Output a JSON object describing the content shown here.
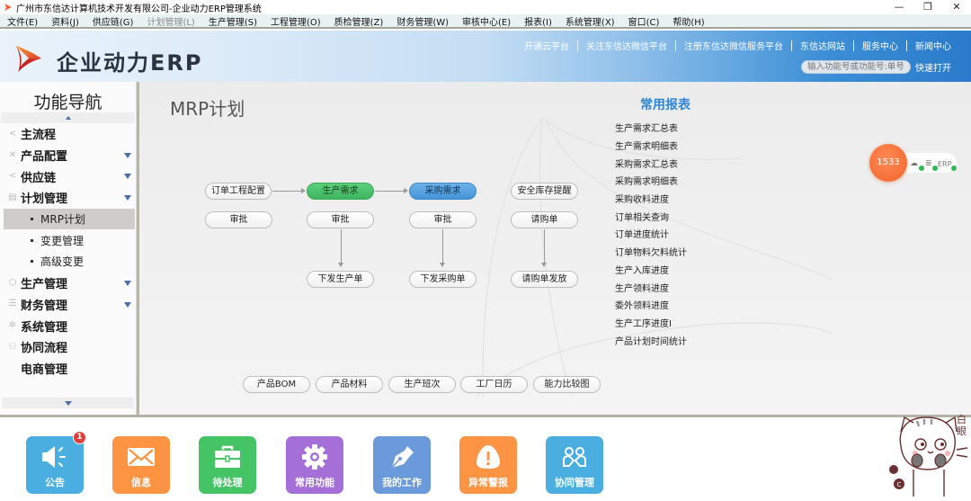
{
  "window": {
    "title": "广州市东信达计算机技术开发有限公司-企业动力ERP管理系统",
    "controls": {
      "minimize": "—",
      "restore": "❐",
      "close": "✕"
    }
  },
  "menubar": {
    "items": [
      {
        "label": "文件(E)",
        "enabled": true
      },
      {
        "label": "资料(J)",
        "enabled": true
      },
      {
        "label": "供应链(G)",
        "enabled": true
      },
      {
        "label": "计划管理(L)",
        "enabled": false
      },
      {
        "label": "生产管理(S)",
        "enabled": true
      },
      {
        "label": "工程管理(O)",
        "enabled": true
      },
      {
        "label": "质检管理(Z)",
        "enabled": true
      },
      {
        "label": "财务管理(W)",
        "enabled": true
      },
      {
        "label": "审核中心(E)",
        "enabled": true
      },
      {
        "label": "报表(I)",
        "enabled": true
      },
      {
        "label": "系统管理(X)",
        "enabled": true
      },
      {
        "label": "窗口(C)",
        "enabled": true
      },
      {
        "label": "帮助(H)",
        "enabled": true
      }
    ]
  },
  "banner": {
    "brand": "企业动力ERP",
    "links": [
      "开通云平台",
      "关注东信达微信平台",
      "注册东信达微信服务平台",
      "东信达网站",
      "服务中心",
      "新闻中心"
    ],
    "quick_open": {
      "placeholder": "输入功能号或功能号:单号",
      "button": "快速打开"
    }
  },
  "sidebar": {
    "title": "功能导航",
    "items": [
      {
        "label": "主流程",
        "icon": "share-icon",
        "expandable": false
      },
      {
        "label": "产品配置",
        "icon": "tools-icon",
        "expandable": true
      },
      {
        "label": "供应链",
        "icon": "share-icon",
        "expandable": true
      },
      {
        "label": "计划管理",
        "icon": "list-icon",
        "expandable": true
      },
      {
        "label": "生产管理",
        "icon": "cube-icon",
        "expandable": true
      },
      {
        "label": "财务管理",
        "icon": "database-icon",
        "expandable": true
      },
      {
        "label": "系统管理",
        "icon": "gear-icon",
        "expandable": false
      },
      {
        "label": "协同流程",
        "icon": "collab-icon",
        "expandable": false
      },
      {
        "label": "电商管理",
        "icon": "",
        "expandable": false
      }
    ],
    "sub_items": [
      {
        "label": "MRP计划",
        "active": true
      },
      {
        "label": "变更管理",
        "active": false
      },
      {
        "label": "高级变更",
        "active": false
      }
    ]
  },
  "main": {
    "title": "MRP计划",
    "flow": {
      "order_config": "订单工程配置",
      "prod_demand": "生产需求",
      "purchase_demand": "采购需求",
      "safety_stock": "安全库存提醒",
      "approve1": "审批",
      "approve2": "审批",
      "approve3": "审批",
      "purchase_request": "请购单",
      "issue_prod_order": "下发生产单",
      "issue_purchase_order": "下发采购单",
      "release_purchase_request": "请购单发放"
    },
    "bottom_buttons": [
      "产品BOM",
      "产品材料",
      "生产班次",
      "工厂日历",
      "能力比较图"
    ],
    "reports": {
      "title": "常用报表",
      "items": [
        "生产需求汇总表",
        "生产需求明细表",
        "采购需求汇总表",
        "采购需求明细表",
        "采购收料进度",
        "订单相关查询",
        "订单进度统计",
        "订单物料欠料统计",
        "生产入库进度",
        "生产领料进度",
        "委外领料进度",
        "生产工序进度I",
        "产品计划时间统计"
      ]
    },
    "status_widget": {
      "count": "1533",
      "erp_label": "ERP"
    }
  },
  "dock": {
    "tiles": [
      {
        "label": "公告",
        "color": "#4aaee0",
        "icon": "megaphone-icon",
        "badge": "1"
      },
      {
        "label": "信息",
        "color": "#fd9444",
        "icon": "mail-icon"
      },
      {
        "label": "待处理",
        "color": "#45c466",
        "icon": "briefcase-icon"
      },
      {
        "label": "常用功能",
        "color": "#a56fd8",
        "icon": "gear-icon"
      },
      {
        "label": "我的工作",
        "color": "#6a9ad9",
        "icon": "pen-icon"
      },
      {
        "label": "异常警报",
        "color": "#fd9444",
        "icon": "alert-icon"
      },
      {
        "label": "协同管理",
        "color": "#4aaee0",
        "icon": "collab-icon"
      }
    ]
  },
  "mascot": {
    "caption": "白眼"
  }
}
